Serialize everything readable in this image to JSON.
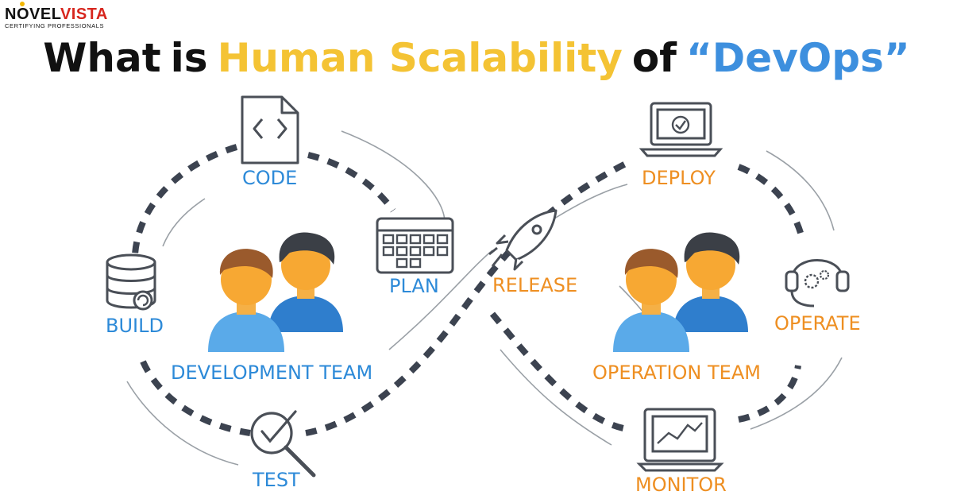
{
  "logo": {
    "word_part1": "N",
    "word_o": "O",
    "word_part2": "VEL",
    "word_red": "VISTA",
    "tagline": "CERTIFYING PROFESSIONALS"
  },
  "title": {
    "part1": "What",
    "part2": "is",
    "part3": "Human Scalability",
    "part4": "of",
    "part5": "“DevOps”"
  },
  "colors": {
    "title_yellow": "#f4c334",
    "title_blue": "#3d8fde",
    "stage_blue": "#2d8ad8",
    "stage_orange": "#ee8f22",
    "dash": "#3c4350",
    "icon_stroke": "#4a4f57"
  },
  "stages": {
    "code": "CODE",
    "plan": "PLAN",
    "build": "BUILD",
    "test": "TEST",
    "release": "RELEASE",
    "deploy": "DEPLOY",
    "operate": "OPERATE",
    "monitor": "MONITOR"
  },
  "teams": {
    "development": "DEVELOPMENT TEAM",
    "operation": "OPERATION TEAM"
  },
  "icons": {
    "code": "code-file-icon",
    "plan": "calendar-icon",
    "build": "database-icon",
    "test": "magnifier-check-icon",
    "release": "rocket-icon",
    "deploy": "laptop-check-icon",
    "operate": "headset-gears-icon",
    "monitor": "monitor-chart-icon",
    "team": "people-icon"
  }
}
